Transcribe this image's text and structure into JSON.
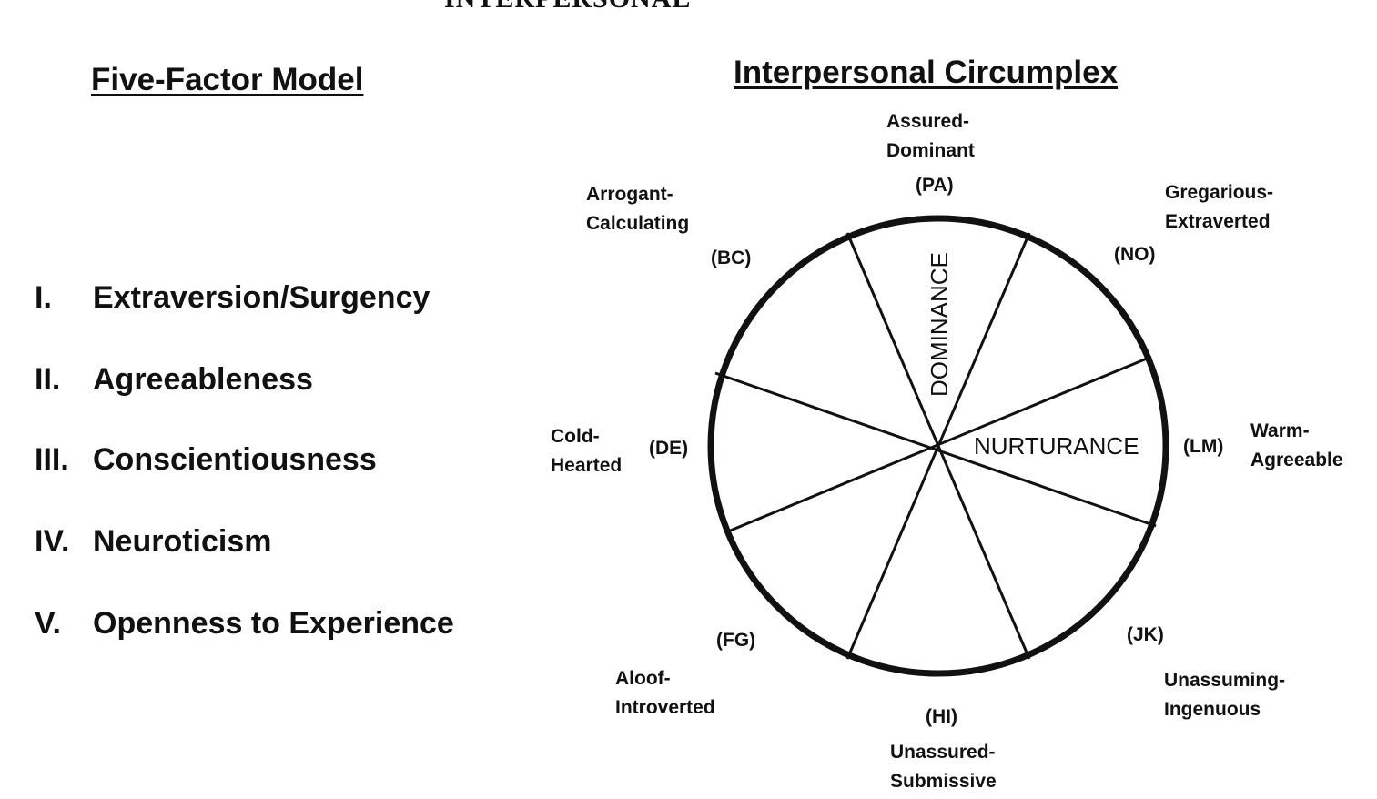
{
  "cut_title": "INTERPERSONAL",
  "five_factor": {
    "title": "Five-Factor Model",
    "factors": [
      {
        "numeral": "I.",
        "name": "Extraversion/Surgency"
      },
      {
        "numeral": "II.",
        "name": "Agreeableness"
      },
      {
        "numeral": "III.",
        "name": "Conscientiousness"
      },
      {
        "numeral": "IV.",
        "name": "Neuroticism"
      },
      {
        "numeral": "V.",
        "name": "Openness to Experience"
      }
    ]
  },
  "circumplex": {
    "title": "Interpersonal Circumplex",
    "axis_vertical": "DOMINANCE",
    "axis_horizontal": "NURTURANCE",
    "octants": {
      "pa": {
        "label_line1": "Assured-",
        "label_line2": "Dominant",
        "code": "(PA)"
      },
      "no": {
        "label_line1": "Gregarious-",
        "label_line2": "Extraverted",
        "code": "(NO)"
      },
      "lm": {
        "label_line1": "Warm-",
        "label_line2": "Agreeable",
        "code": "(LM)"
      },
      "jk": {
        "label_line1": "Unassuming-",
        "label_line2": "Ingenuous",
        "code": "(JK)"
      },
      "hi": {
        "label_line1": "Unassured-",
        "label_line2": "Submissive",
        "code": "(HI)"
      },
      "fg": {
        "label_line1": "Aloof-",
        "label_line2": "Introverted",
        "code": "(FG)"
      },
      "de": {
        "label_line1": "Cold-",
        "label_line2": "Hearted",
        "code": "(DE)"
      },
      "bc": {
        "label_line1": "Arrogant-",
        "label_line2": "Calculating",
        "code": "(BC)"
      }
    }
  }
}
